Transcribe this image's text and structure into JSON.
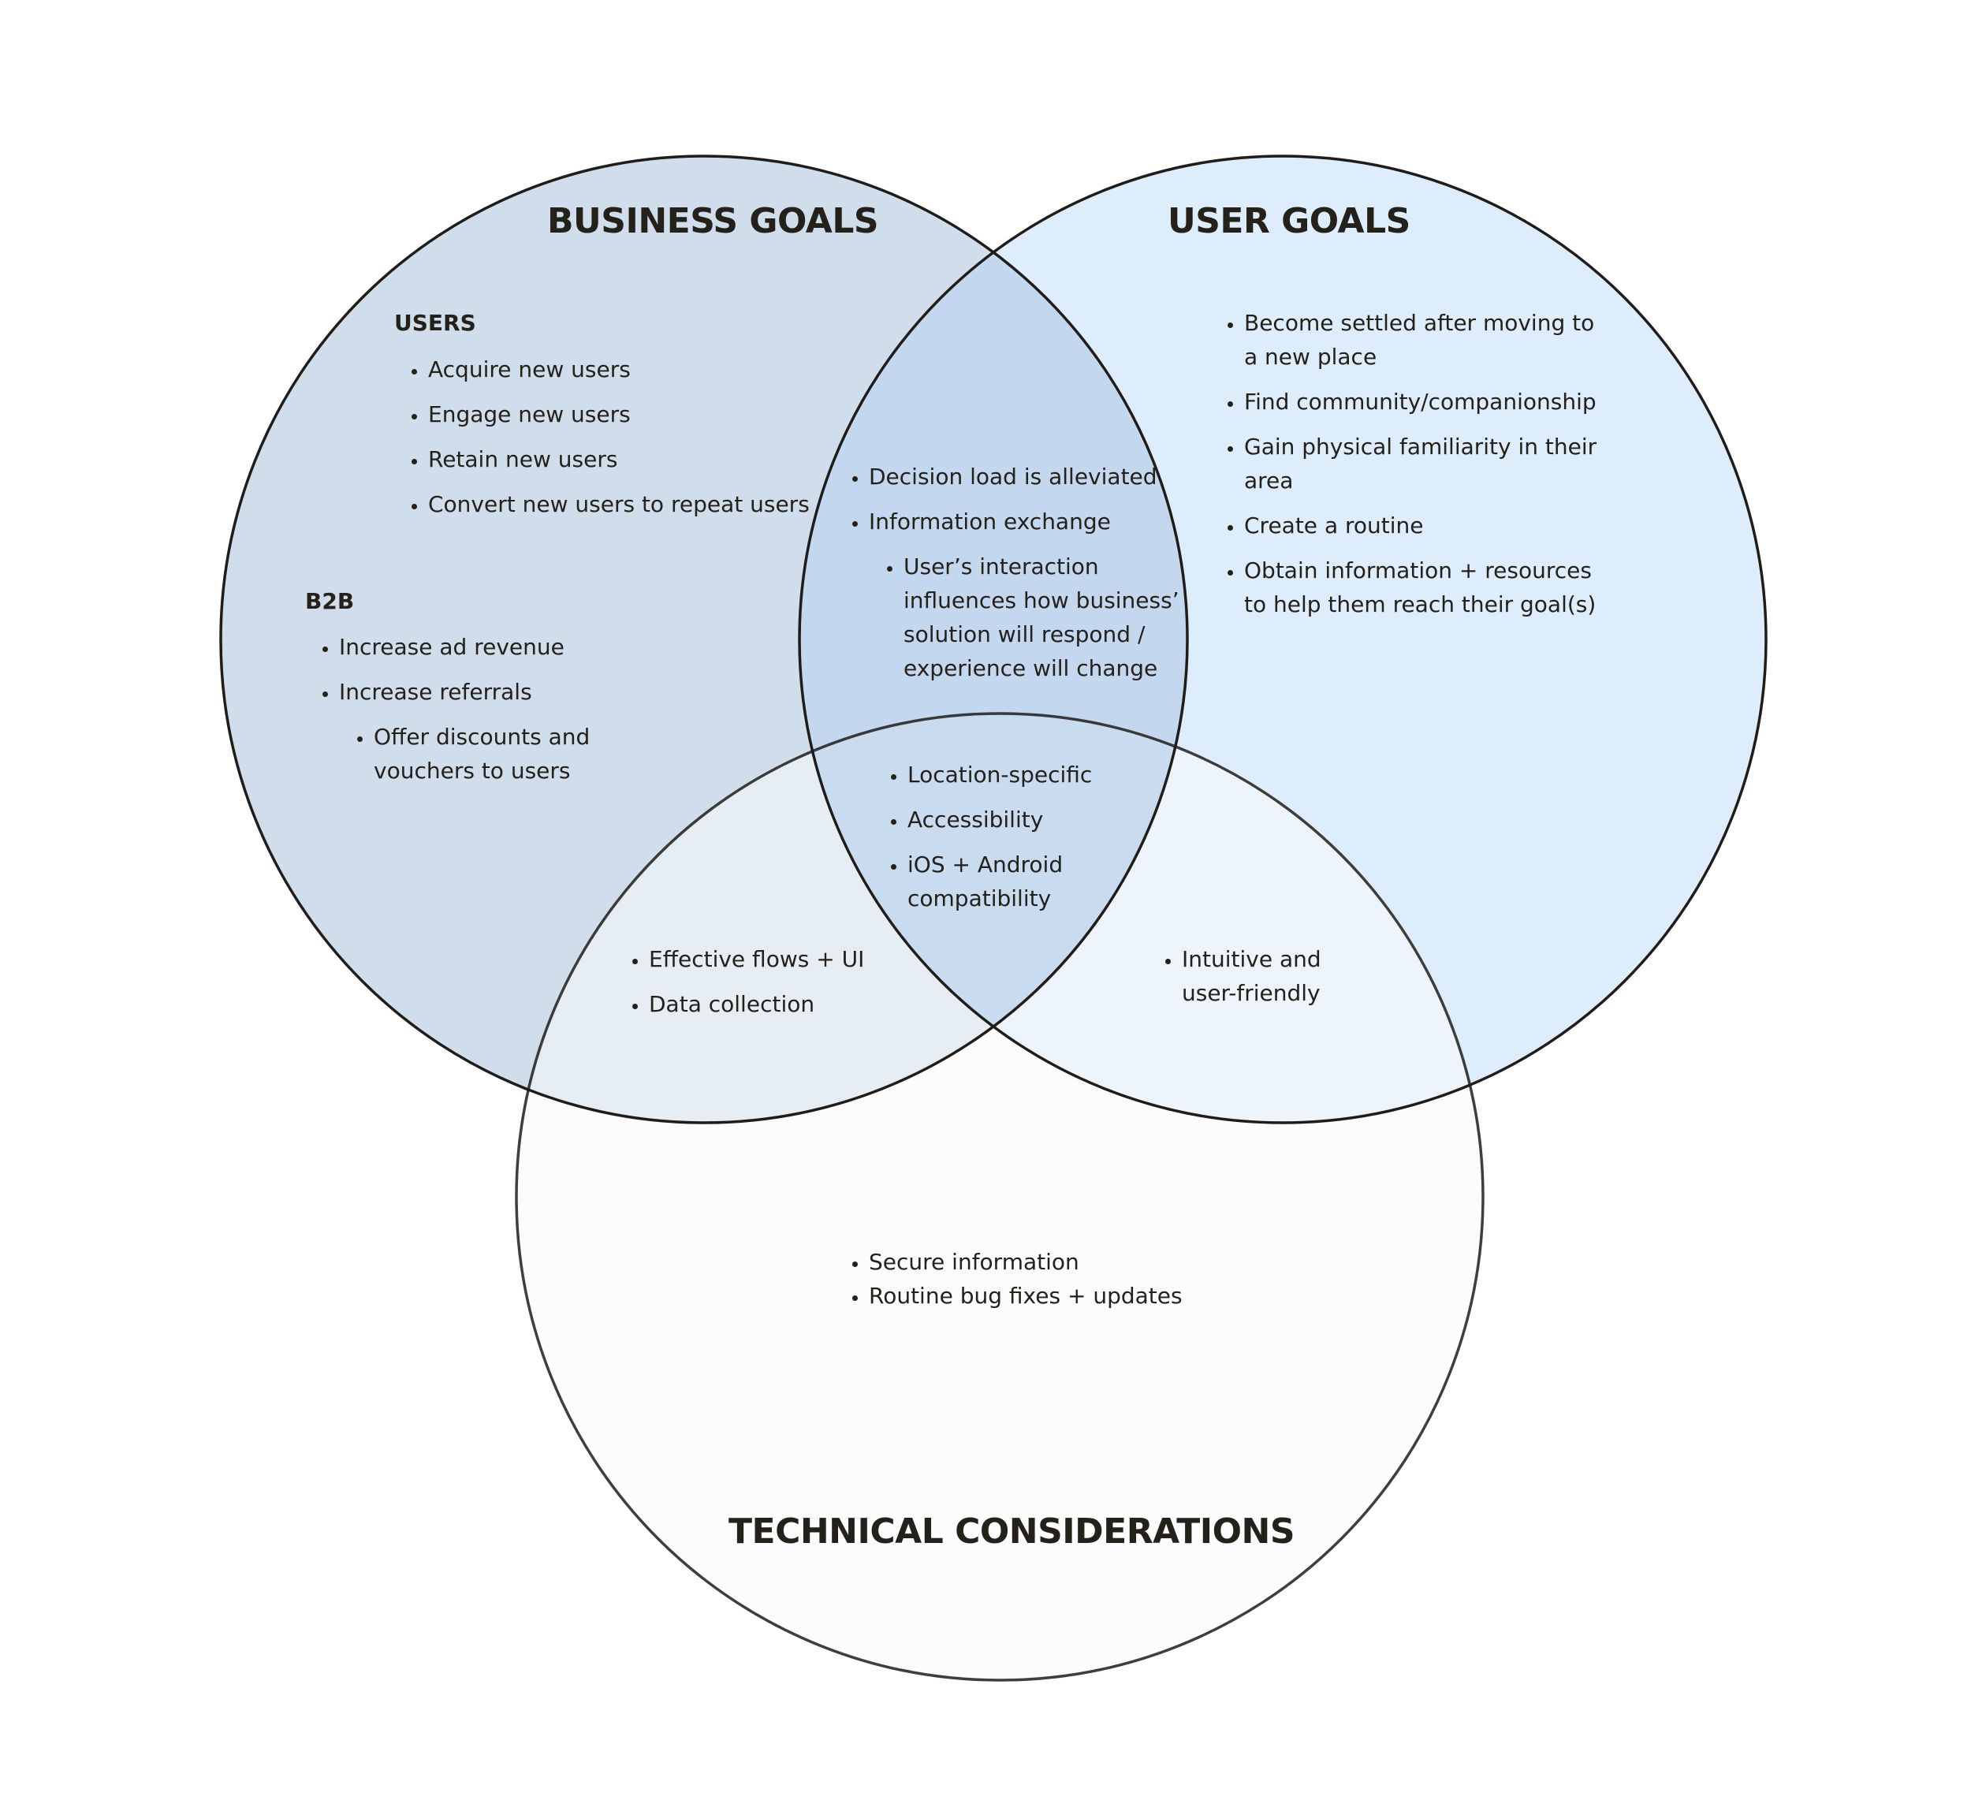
{
  "colors": {
    "business_fill": "#cfdeea",
    "user_fill": "#dbecfb",
    "technical_fill": "#fafafa",
    "overlap_fill": "#c3d8ee",
    "stroke": "#1f1c19"
  },
  "business": {
    "title": "BUSINESS GOALS",
    "users_label": "USERS",
    "users_items": [
      "Acquire new users",
      "Engage new users",
      "Retain new users",
      "Convert new users to repeat users"
    ],
    "b2b_label": "B2B",
    "b2b_items": [
      "Increase ad revenue",
      "Increase referrals"
    ],
    "b2b_subitem": "Offer discounts and vouchers to users"
  },
  "user": {
    "title": "USER GOALS",
    "items": [
      "Become settled after moving to a new place",
      "Find community/companionship",
      "Gain physical familiarity in their area",
      "Create a routine",
      "Obtain information + resources to help them reach their goal(s)"
    ]
  },
  "technical": {
    "title": "TECHNICAL CONSIDERATIONS",
    "items": [
      "Secure information",
      "Routine bug fixes + updates"
    ]
  },
  "overlap_business_user": {
    "items": [
      "Decision load is alleviated",
      "Information exchange"
    ],
    "subitem": "User’s interaction influences how business’ solution will respond / experience will change"
  },
  "overlap_all": {
    "items": [
      "Location-specific",
      "Accessibility",
      "iOS + Android compatibility"
    ]
  },
  "overlap_business_technical": {
    "items": [
      "Effective flows + UI",
      "Data collection"
    ]
  },
  "overlap_user_technical": {
    "items": [
      "Intuitive and user-friendly"
    ]
  }
}
